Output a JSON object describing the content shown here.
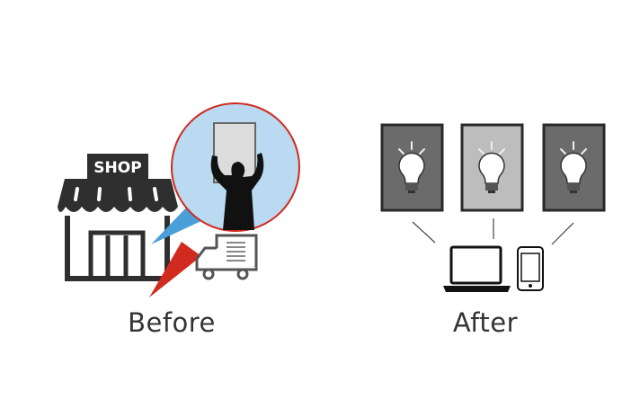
{
  "before": {
    "label": "Before",
    "sign_text": "SHOP"
  },
  "after": {
    "label": "After"
  },
  "colors": {
    "dark": "#2f2f2f",
    "red": "#d12a1f",
    "blue": "#4a9fd8",
    "bubble": "#b9daf0",
    "panel_dark": "#6b6b6b",
    "panel_light": "#bdbdbd"
  }
}
